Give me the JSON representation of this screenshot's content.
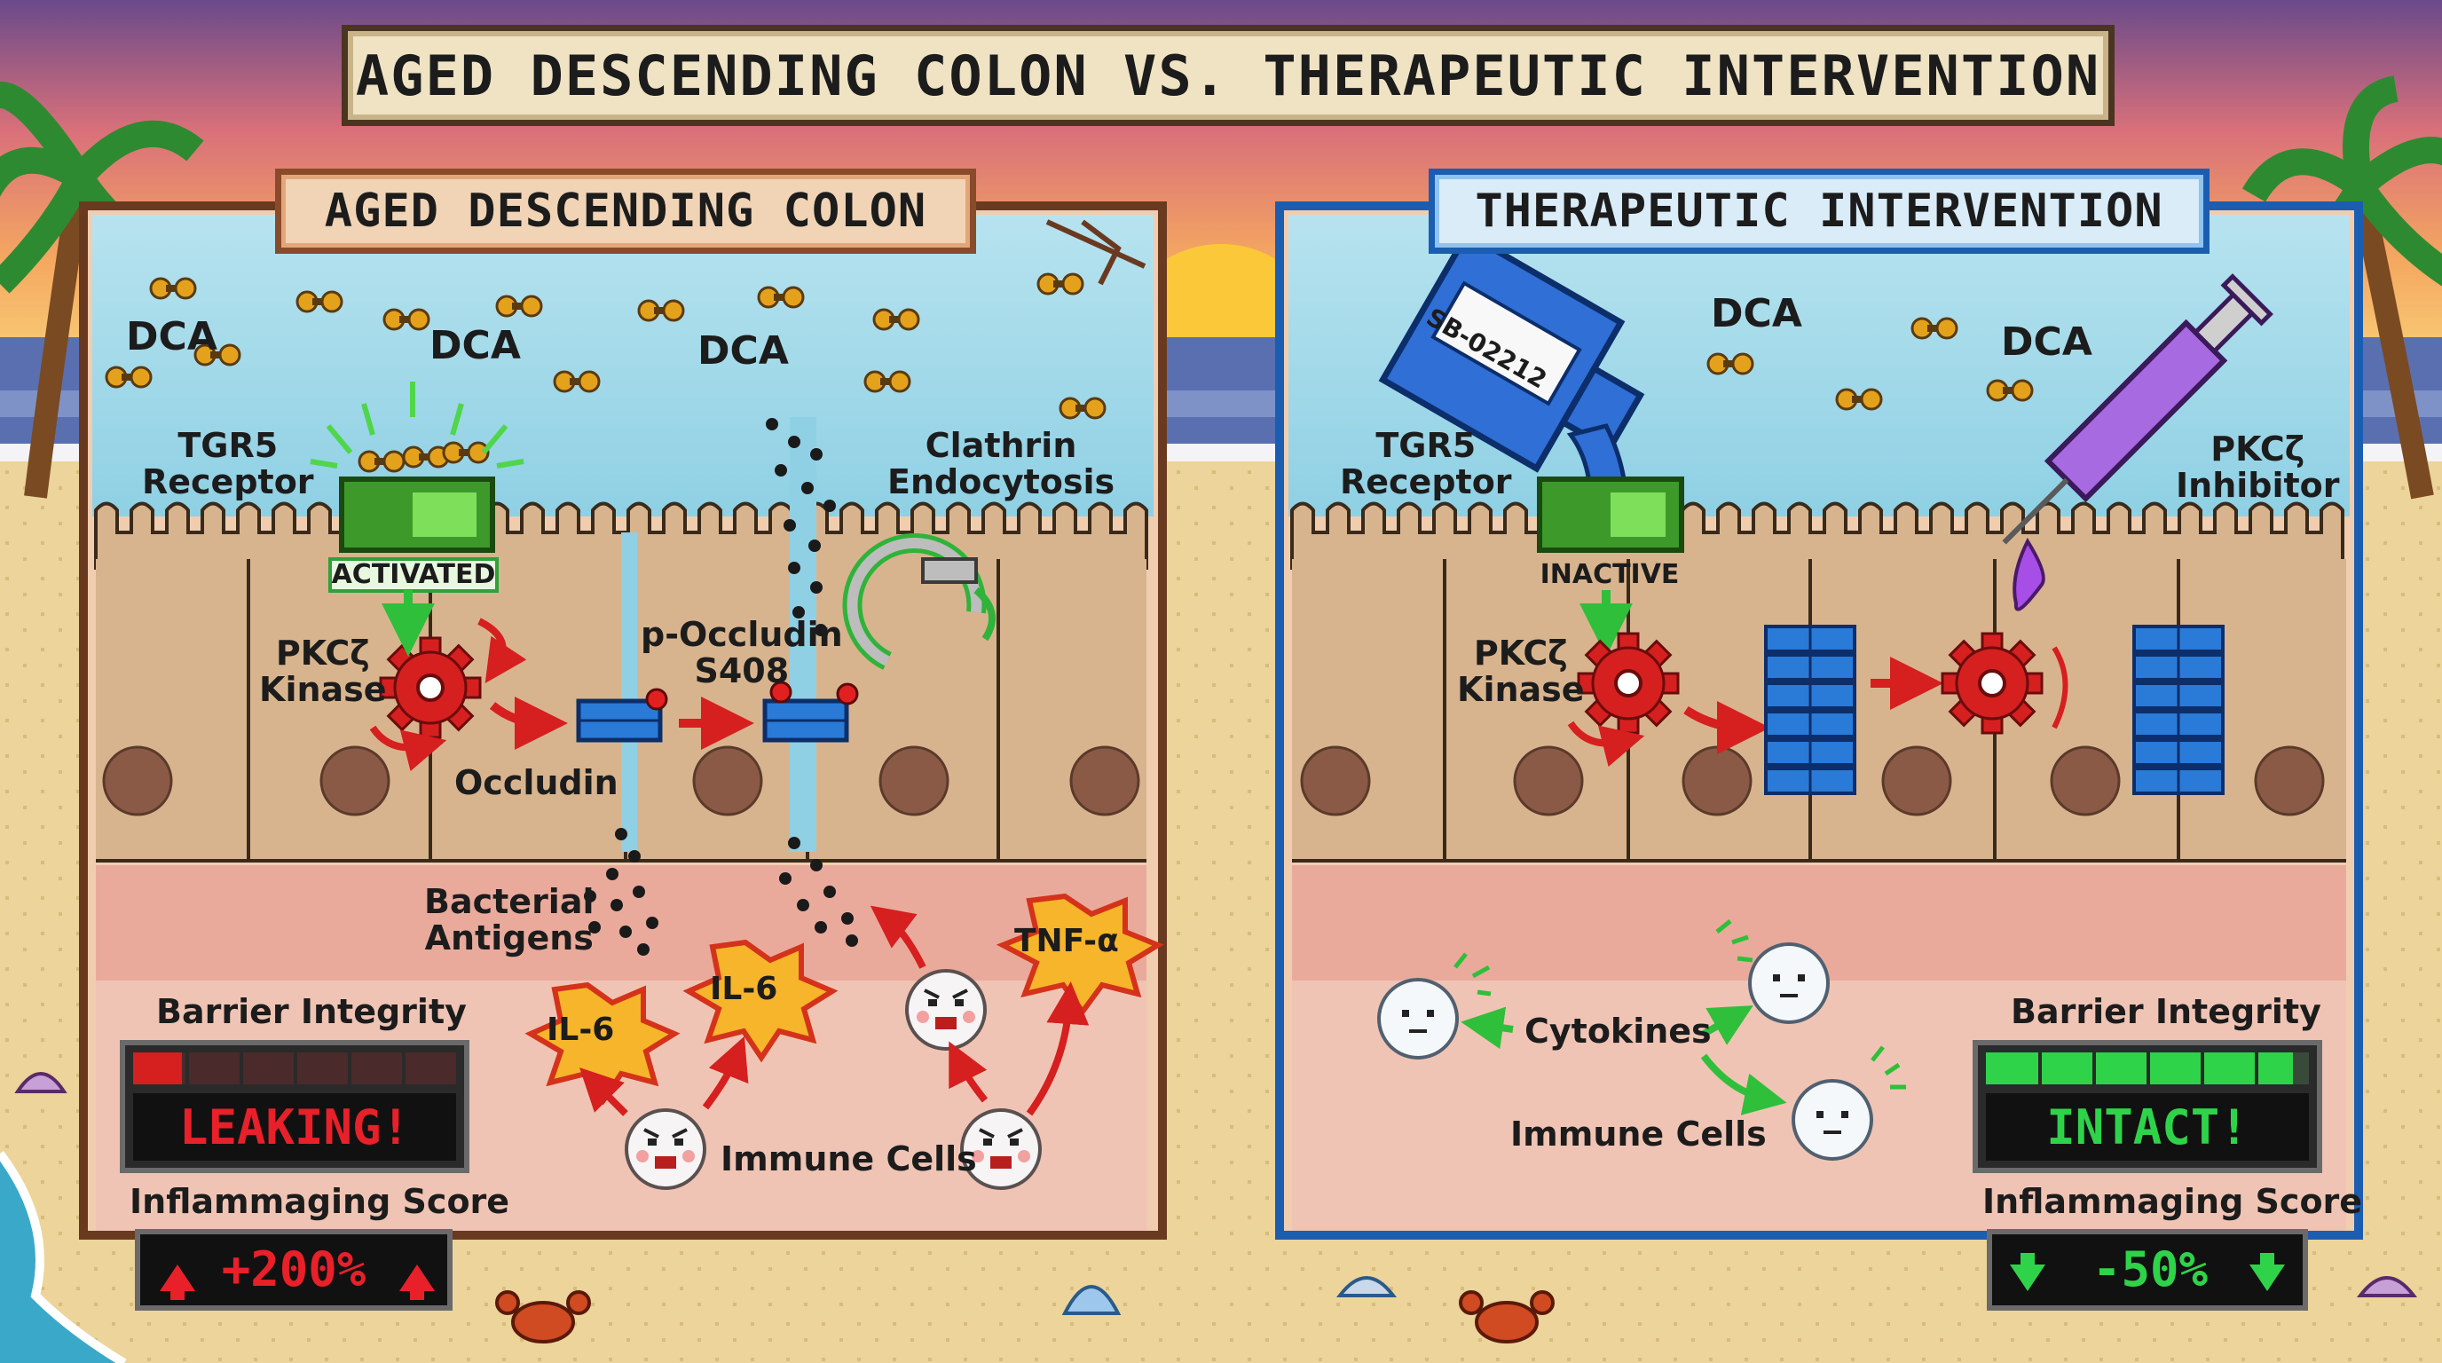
{
  "title": "AGED DESCENDING COLON VS. THERAPEUTIC INTERVENTION",
  "left_panel": {
    "title": "AGED DESCENDING COLON",
    "dca_labels": [
      "DCA",
      "DCA",
      "DCA"
    ],
    "tgr5_label": "TGR5\nReceptor",
    "receptor_state": "ACTIVATED",
    "clathrin_label": "Clathrin\nEndocytosis",
    "pkc_label": "PKCζ\nKinase",
    "p_occludin_label": "p-Occludin\nS408",
    "occludin_label": "Occludin",
    "antigens_label": "Bacterial\nAntigens",
    "cytokines": [
      "IL-6",
      "IL-6",
      "TNF-α"
    ],
    "immune_label": "Immune Cells",
    "barrier_label": "Barrier Integrity",
    "barrier_fraction": 0.15,
    "barrier_status": "LEAKING!",
    "score_label": "Inflammaging Score",
    "score_value": "+200%",
    "status_color": "#e8202a"
  },
  "right_panel": {
    "title": "THERAPEUTIC INTERVENTION",
    "dca_labels": [
      "DCA",
      "DCA"
    ],
    "drug_label": "SB-02212",
    "tgr5_label": "TGR5\nReceptor",
    "receptor_state": "INACTIVE",
    "inhibitor_label": "PKCζ\nInhibitor",
    "pkc_label": "PKCζ\nKinase",
    "cytokines_label": "Cytokines",
    "immune_label": "Immune Cells",
    "barrier_label": "Barrier Integrity",
    "barrier_fraction": 0.95,
    "barrier_status": "INTACT!",
    "score_label": "Inflammaging Score",
    "score_value": "-50%",
    "status_color": "#2fd34a"
  },
  "icons": [
    "palm-tree-icon",
    "sun-icon",
    "crab-icon",
    "shell-icon",
    "gear-icon",
    "syringe-icon",
    "bottle-icon",
    "immune-cell-icon",
    "arrow-icon"
  ]
}
